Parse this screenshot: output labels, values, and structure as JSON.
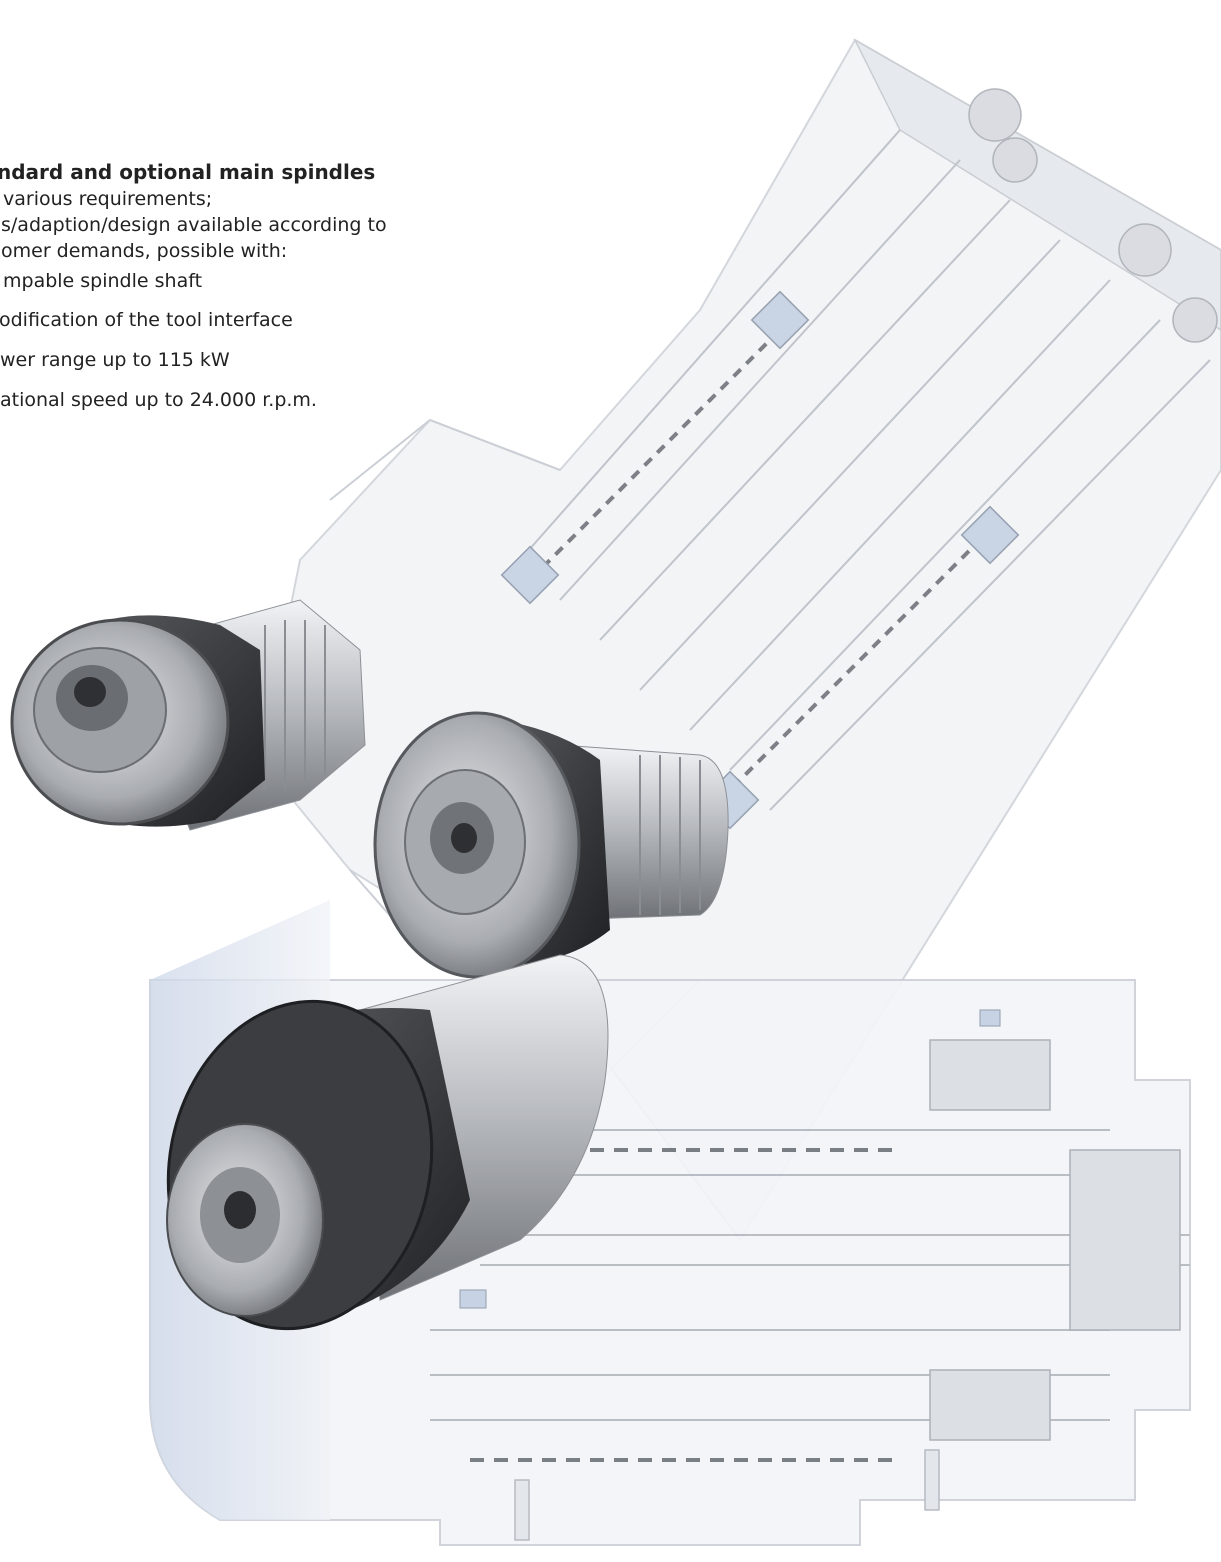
{
  "heading": "ndard and optional main spindles",
  "lines": [
    "various requirements;",
    "s/adaption/design available according to",
    "omer demands, possible with:"
  ],
  "bullets": [
    "mpable spindle shaft",
    "odification of the tool interface",
    "wer range up to 115 kW",
    "ational speed up to 24.000 r.p.m."
  ],
  "colors": {
    "text": "#222222",
    "drawing_fill": "#e8ecf2",
    "drawing_line": "#b7bcc4",
    "blue_tint": "#c9d4e6",
    "steel_dark": "#3a3c40",
    "steel_light": "#cfd2d6"
  },
  "images": [
    "spindle-cross-section-diagonal",
    "spindle-cross-section-horizontal",
    "spindle-photo-top",
    "spindle-photo-middle",
    "spindle-photo-bottom"
  ]
}
